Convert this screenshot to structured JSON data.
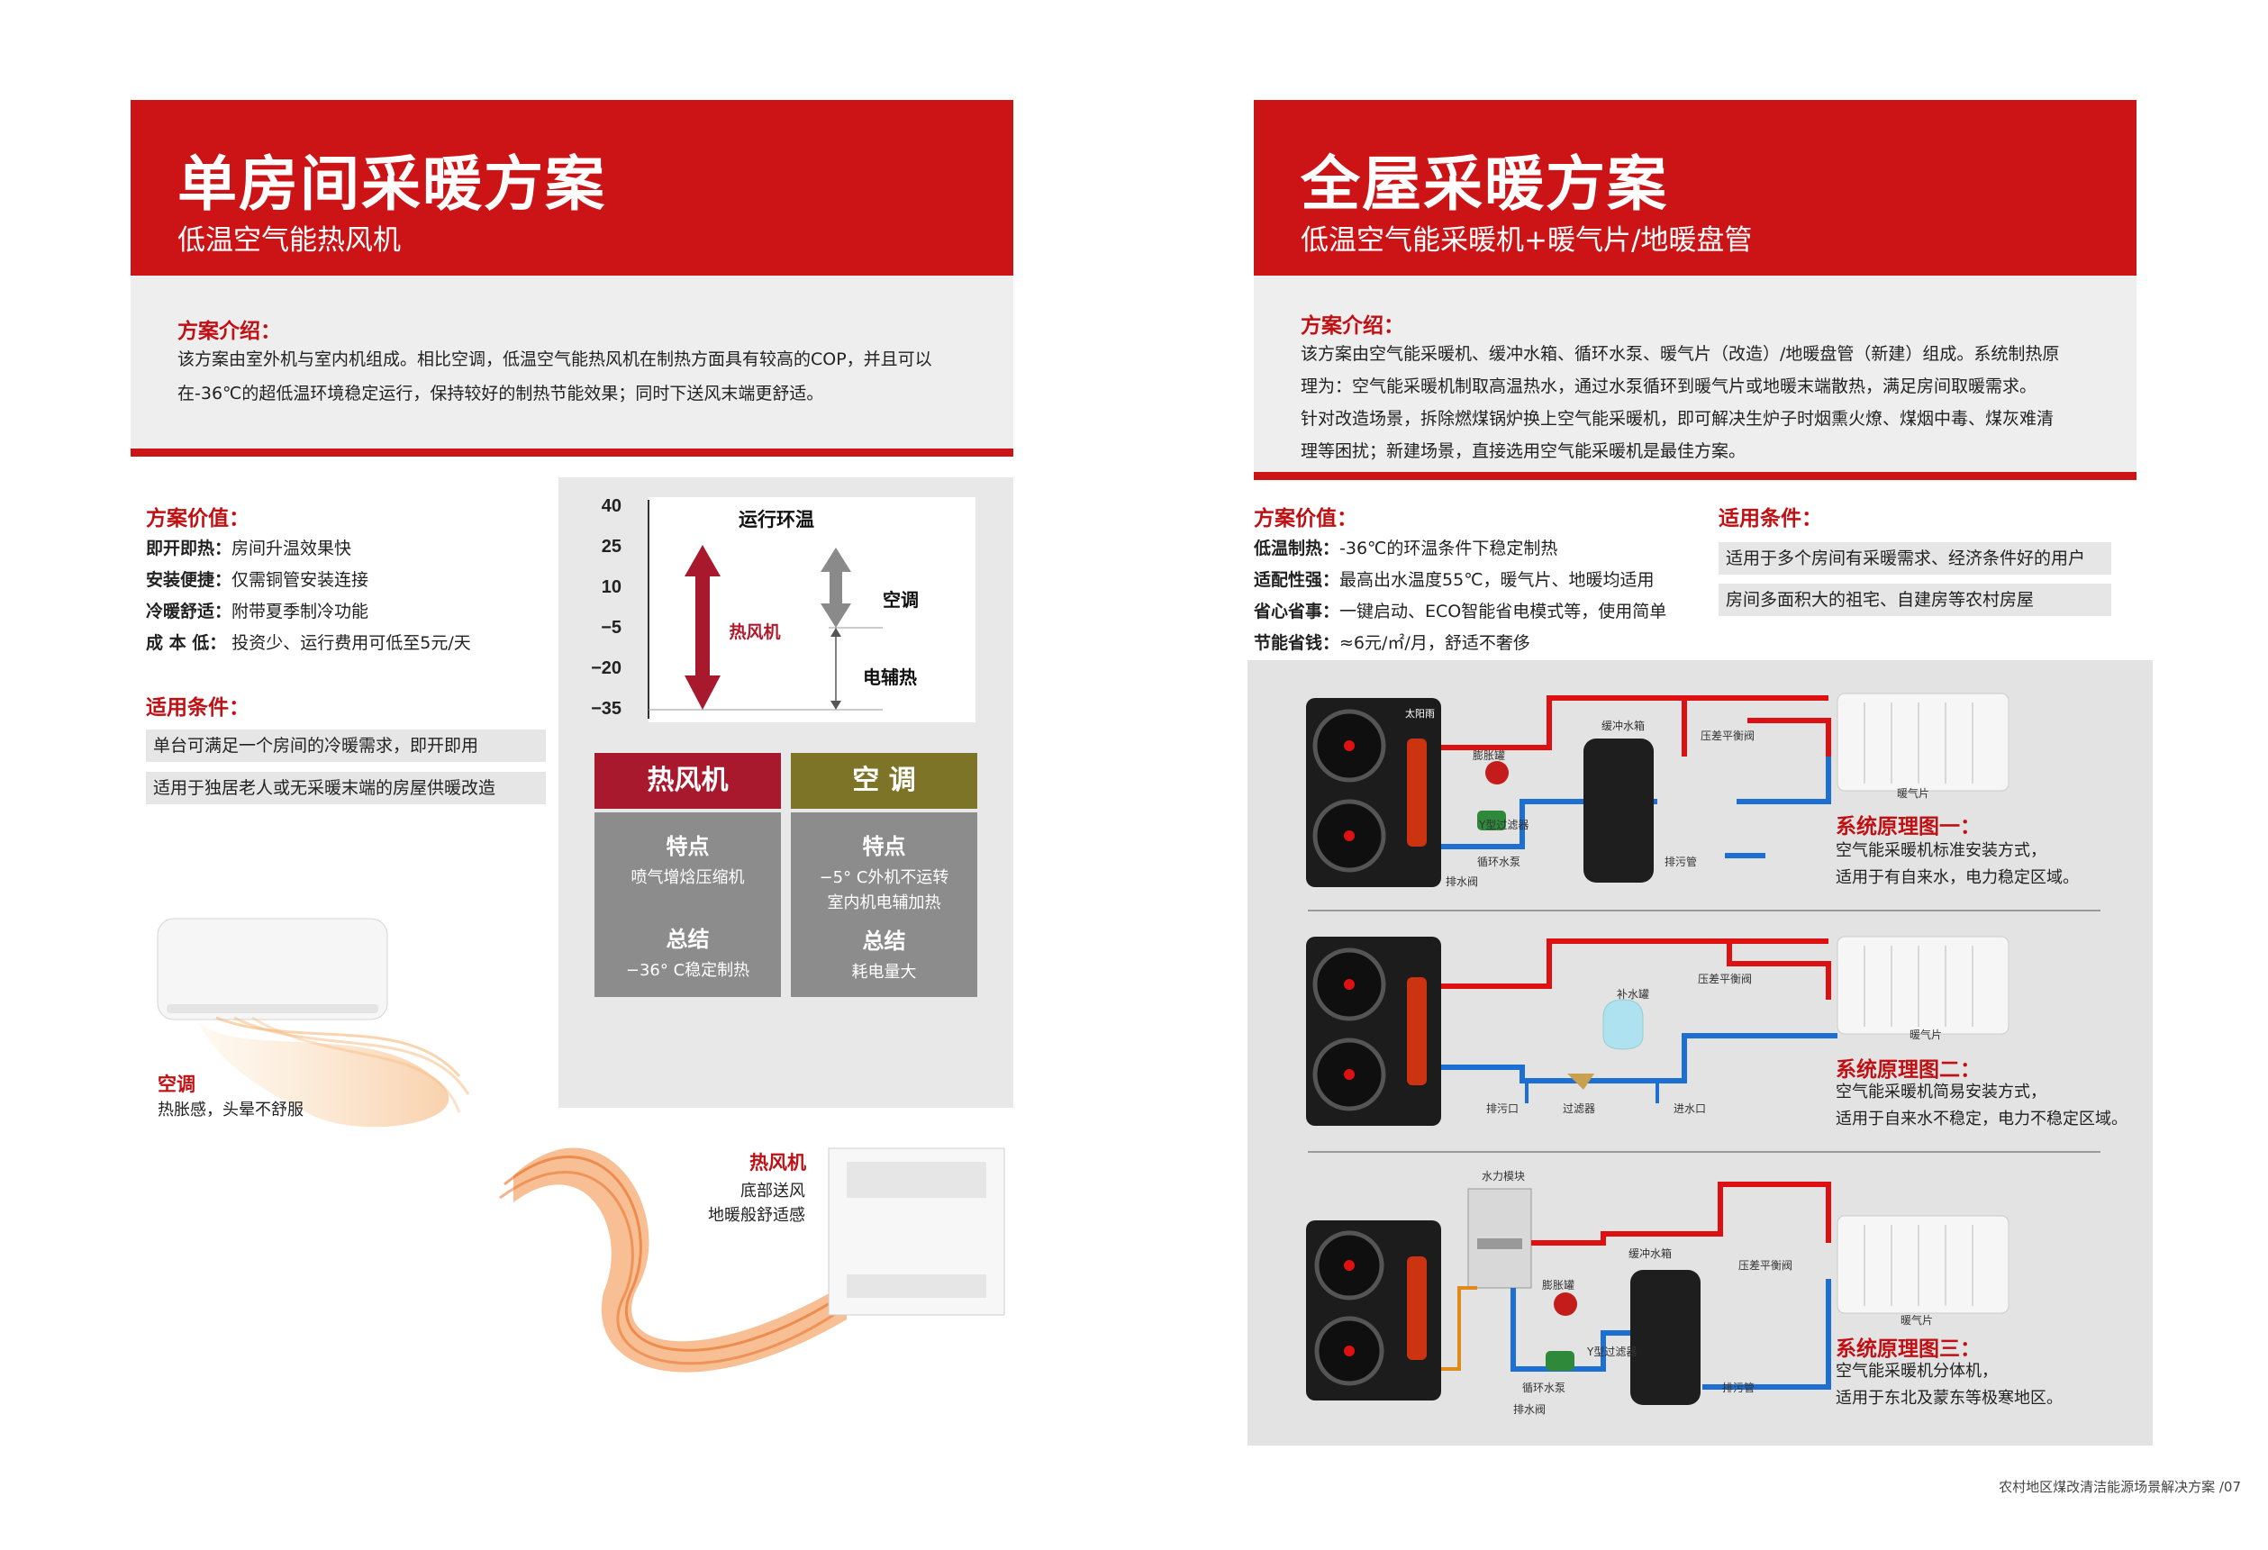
{
  "left": {
    "title": "单房间采暖方案",
    "subtitle": "低温空气能热风机",
    "intro_label": "方案介绍：",
    "intro_lines": [
      "该方案由室外机与室内机组成。相比空调，低温空气能热风机在制热方面具有较高的COP，并且可以",
      "在-36℃的超低温环境稳定运行，保持较好的制热节能效果；同时下送风末端更舒适。"
    ],
    "value_label": "方案价值：",
    "values": [
      {
        "k": "即开即热：",
        "v": "房间升温效果快"
      },
      {
        "k": "安装便捷：",
        "v": "仅需铜管安装连接"
      },
      {
        "k": "冷暖舒适：",
        "v": "附带夏季制冷功能"
      },
      {
        "k": "成 本 低：",
        "v": " 投资少、运行费用可低至5元/天"
      }
    ],
    "cond_label": "适用条件：",
    "conds": [
      "单台可满足一个房间的冷暖需求，即开即用",
      "适用于独居老人或无采暖末端的房屋供暖改造"
    ],
    "ac_label": "空调",
    "ac_desc": "热胀感，头晕不舒服",
    "fan_label": "热风机",
    "fan_desc1": "底部送风",
    "fan_desc2": "地暖般舒适感"
  },
  "temp_chart": {
    "title": "运行环温",
    "ticks": [
      "40",
      "25",
      "10",
      "−5",
      "−20",
      "−35"
    ],
    "label_fan": "热风机",
    "label_ac": "空调",
    "label_aux": "电辅热"
  },
  "compare": {
    "col1_head": "热风机",
    "col2_head": "空 调",
    "feature_label": "特点",
    "summary_label": "总结",
    "col1_feature": "喷气增焓压缩机",
    "col1_summary": "−36° C稳定制热",
    "col2_feature_1": "−5° C外机不运转",
    "col2_feature_2": "室内机电辅加热",
    "col2_summary": "耗电量大"
  },
  "right": {
    "title": "全屋采暖方案",
    "subtitle": "低温空气能采暖机+暖气片/地暖盘管",
    "intro_label": "方案介绍：",
    "intro_lines": [
      "该方案由空气能采暖机、缓冲水箱、循环水泵、暖气片（改造）/地暖盘管（新建）组成。系统制热原",
      "理为：空气能采暖机制取高温热水，通过水泵循环到暖气片或地暖末端散热，满足房间取暖需求。",
      "针对改造场景，拆除燃煤锅炉换上空气能采暖机，即可解决生炉子时烟熏火燎、煤烟中毒、煤灰难清",
      "理等困扰；新建场景，直接选用空气能采暖机是最佳方案。"
    ],
    "value_label": "方案价值：",
    "values": [
      {
        "k": "低温制热：",
        "v": "-36℃的环温条件下稳定制热"
      },
      {
        "k": "适配性强：",
        "v": "最高出水温度55℃，暖气片、地暖均适用"
      },
      {
        "k": "省心省事：",
        "v": "一键启动、ECO智能省电模式等，使用简单"
      },
      {
        "k": "节能省钱：",
        "v": "≈6元/㎡/月，舒适不奢侈"
      }
    ],
    "cond_label": "适用条件：",
    "conds": [
      "适用于多个房间有采暖需求、经济条件好的用户",
      "房间多面积大的祖宅、自建房等农村房屋"
    ]
  },
  "diagrams": [
    {
      "title": "系统原理图一：",
      "line1": "空气能采暖机标准安装方式，",
      "line2": "适用于有自来水，电力稳定区域。",
      "labels": {
        "tank": "缓冲水箱",
        "valve": "压差平衡阀",
        "exp": "膨胀罐",
        "filter": "Y型过滤器",
        "pump": "循环水泵",
        "drain": "排水阀",
        "sewage": "排污管",
        "radiator": "暖气片"
      }
    },
    {
      "title": "系统原理图二：",
      "line1": "空气能采暖机简易安装方式，",
      "line2": "适用于自来水不稳定，电力不稳定区域。",
      "labels": {
        "refill": "补水罐",
        "valve": "压差平衡阀",
        "radiator": "暖气片",
        "sewage": "排污口",
        "filter": "过滤器",
        "inlet": "进水口"
      }
    },
    {
      "title": "系统原理图三：",
      "line1": "空气能采暖机分体机，",
      "line2": "适用于东北及蒙东等极寒地区。",
      "labels": {
        "module": "水力模块",
        "tank": "缓冲水箱",
        "valve": "压差平衡阀",
        "exp": "膨胀罐",
        "filter": "Y型过滤器",
        "pump": "循环水泵",
        "drain": "排水阀",
        "sewage": "排污管",
        "radiator": "暖气片"
      }
    }
  ],
  "brand_text": "太阳雨",
  "footer": "农村地区煤改清洁能源场景解决方案  /07",
  "colors": {
    "red": "#cc1417",
    "olive": "#7d7428",
    "grey": "#8c8c8c",
    "light": "#eeeeef"
  }
}
